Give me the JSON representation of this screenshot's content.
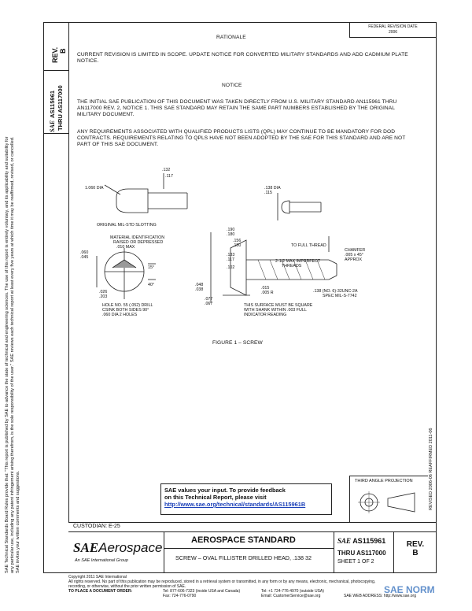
{
  "header": {
    "date_line1": "FEDERAL REVISION DATE",
    "date_line2": "2006",
    "rev_label": "REV.",
    "rev_value": "B",
    "doc_numbers_line1": "AS115961",
    "doc_numbers_line2": "THRU AS117000"
  },
  "rationale": {
    "heading": "RATIONALE",
    "text": "CURRENT REVISION IS LIMITED IN SCOPE. UPDATE NOTICE FOR CONVERTED MILITARY STANDARDS AND ADD CADMIUM PLATE NOTICE."
  },
  "notice": {
    "heading": "NOTICE",
    "para1": "THE INITIAL SAE PUBLICATION OF THIS DOCUMENT WAS TAKEN DIRECTLY FROM U.S. MILITARY STANDARD AN115961 THRU AN117000 REV. 2, NOTICE 1. THIS SAE STANDARD MAY RETAIN THE SAME PART NUMBERS ESTABLISHED BY THE ORIGINAL MILITARY DOCUMENT.",
    "para2": "ANY REQUIREMENTS ASSOCIATED WITH QUALIFIED PRODUCTS LISTS (QPL) MAY CONTINUE TO BE MANDATORY FOR DOD CONTRACTS. REQUIREMENTS RELATING TO QPLS HAVE NOT BEEN ADOPTED BY THE SAE FOR THIS STANDARD AND ARE NOT PART OF THIS SAE DOCUMENT."
  },
  "figure": {
    "caption": "FIGURE 1 – SCREW",
    "dim_132": ".132",
    "dim_117": ".117",
    "dim_angle": "1.060 DIA",
    "dim_138": ".138 DIA",
    "dim_115": ".115",
    "original_slot": "ORIGINAL MIL-STD SLOTTING",
    "mat_note1": "MATERIAL IDENTIFICATION",
    "mat_note2": "RAISED OR DEPRESSED",
    "mat_note3": ".010 MAX",
    "dim_060": ".060",
    "dim_045": ".045",
    "dim_15": "15°",
    "dim_40": "40°",
    "dim_026": ".026",
    "dim_203": ".203",
    "hole_note1": "HOLE NO. 55 (.052) DRILL",
    "hole_note2": "CSINK BOTH SIDES 90°",
    "hole_note3": ".060 DIA 2 HOLES",
    "full_thread": "TO FULL THREAD",
    "dim_190": ".190",
    "dim_180": ".180",
    "dim_156": ".156",
    "dim_150": ".150",
    "dim_133": ".133",
    "dim_117b": ".117",
    "dim_102": ".102",
    "imperfect1": "2-1/2 MAX IMPERFECT",
    "imperfect2": "THREADS",
    "chamfer1": "CHAMFER",
    "chamfer2": ".005 x 45°",
    "chamfer3": "APPROX",
    "dim_048": ".048",
    "dim_038": ".038",
    "dim_015": ".015",
    "dim_005": ".005 R",
    "dim_077": ".077",
    "dim_067": ".067",
    "thread_spec1": ".138 (NO. 6)-32UNC-2A",
    "thread_spec2": "SPEC MIL-S-7742",
    "surface_note1": "THIS SURFACE MUST BE SQUARE",
    "surface_note2": "WITH SHANK WITHIN .003 FULL",
    "surface_note3": "INDICATOR READING"
  },
  "side_note": "SAE Technical Standards Board Rules provide that: \"This report is published by SAE to advance the state of technical and engineering sciences. The use of this report is entirely voluntary, and its applicability and suitability for any particular use, including any patent infringement arising therefrom, is the sole responsibility of the user.\" SAE reviews each technical report at least every five years at which time it may be reaffirmed, revised, or cancelled. SAE invites your written comments and suggestions.",
  "dates_right": "REVISED 2006-06   REAFFIRMED 2011-06",
  "third_angle": "THIRD ANGLE PROJECTION",
  "feedback": {
    "line1": "SAE values your input. To provide feedback",
    "line2": "on this Technical Report, please visit",
    "link": "http://www.sae.org/technical/standards/AS115961B"
  },
  "custodian": "CUSTODIAN: E-25",
  "title_block": {
    "logo_sae": "SAE",
    "logo_aero": "Aerospace",
    "logo_sub": "An SAE International Group",
    "standard_title": "AEROSPACE STANDARD",
    "description": "SCREW – OVAL FILLISTER DRILLED HEAD, .138 32",
    "doc_sae": "SAE",
    "doc_num": "AS115961",
    "doc_thru": "THRU AS117000",
    "sheet": "SHEET 1 OF 2",
    "rev_label": "REV.",
    "rev_value": "B"
  },
  "footer": {
    "copyright": "Copyright 2011 SAE International",
    "rights1": "All rights reserved. No part of this publication may be reproduced, stored in a retrieval system or transmitted, in any form or by any means, electronic, mechanical, photocopying,",
    "rights2": "recording, or otherwise, without the prior written permission of SAE.",
    "order_label": "TO PLACE A DOCUMENT ORDER:",
    "tel1": "Tel: 877-606-7323 (inside USA and Canada)",
    "fax": "Fax: 724-776-0790",
    "tel2": "Tel: +1 724-776-4970 (outside USA)",
    "email": "Email: CustomerService@sae.org",
    "web": "SAE WEB ADDRESS: http://www.sae.org",
    "watermark": "SAE NORM"
  }
}
